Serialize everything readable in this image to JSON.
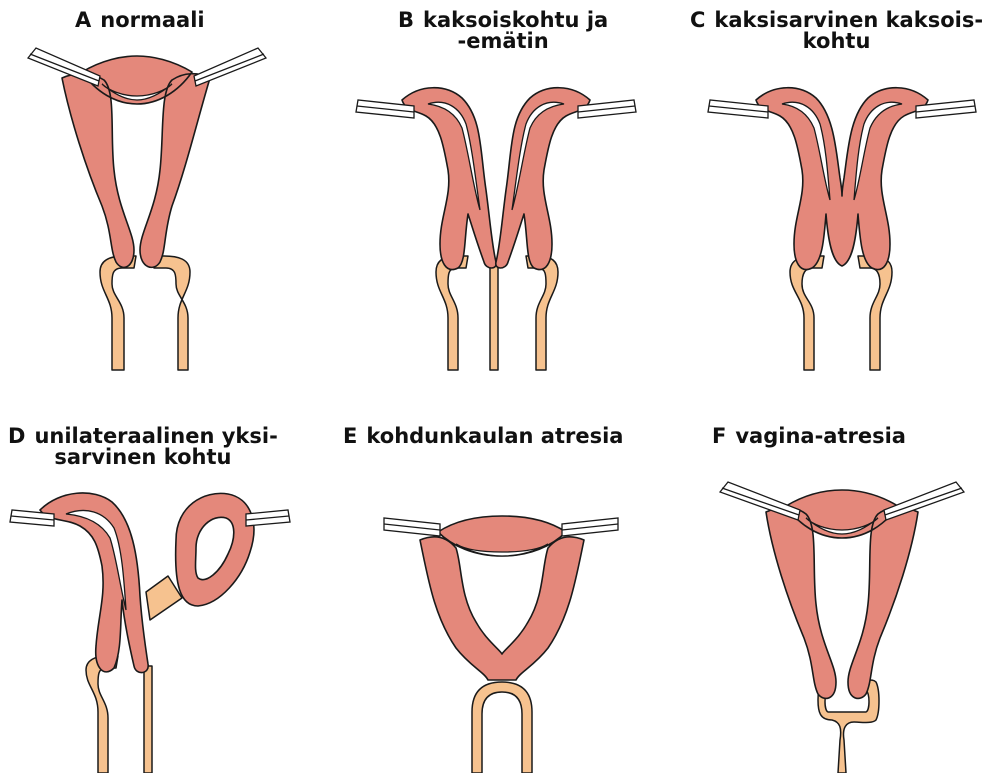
{
  "panels": [
    {
      "letter": "A",
      "title": "normaali",
      "title_line2": ""
    },
    {
      "letter": "B",
      "title": "kaksoiskohtu ja",
      "title_line2": "-emätin"
    },
    {
      "letter": "C",
      "title": "kaksisarvinen kaksois-",
      "title_line2": "kohtu"
    },
    {
      "letter": "D",
      "title": "unilateraalinen yksi-",
      "title_line2": "sarvinen kohtu"
    },
    {
      "letter": "E",
      "title": "kohdunkaulan atresia",
      "title_line2": ""
    },
    {
      "letter": "F",
      "title": "vagina-atresia",
      "title_line2": ""
    }
  ],
  "colors": {
    "uterus": "#e4887b",
    "vagina": "#f6c28f",
    "outline": "#1a1a1a",
    "background": "#ffffff"
  }
}
